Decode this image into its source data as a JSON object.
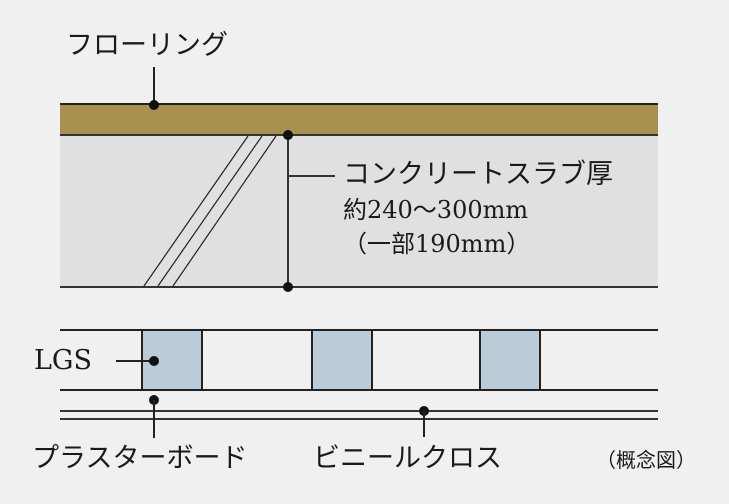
{
  "diagram": {
    "type": "floor-ceiling cross-section",
    "colors": {
      "background": "#f0f0f0",
      "flooring": "#a8914e",
      "slab": "#e0e0e0",
      "stud": "#bccbd8",
      "line": "#222222"
    },
    "labels": {
      "flooring": "フローリング",
      "slab_line1": "コンクリートスラブ厚",
      "slab_line2": "約240〜300mm",
      "slab_line3": "（一部190mm）",
      "lgs": "LGS",
      "plasterboard": "プラスターボード",
      "vinyl_cloth": "ビニールクロス",
      "note": "（概念図）"
    }
  }
}
